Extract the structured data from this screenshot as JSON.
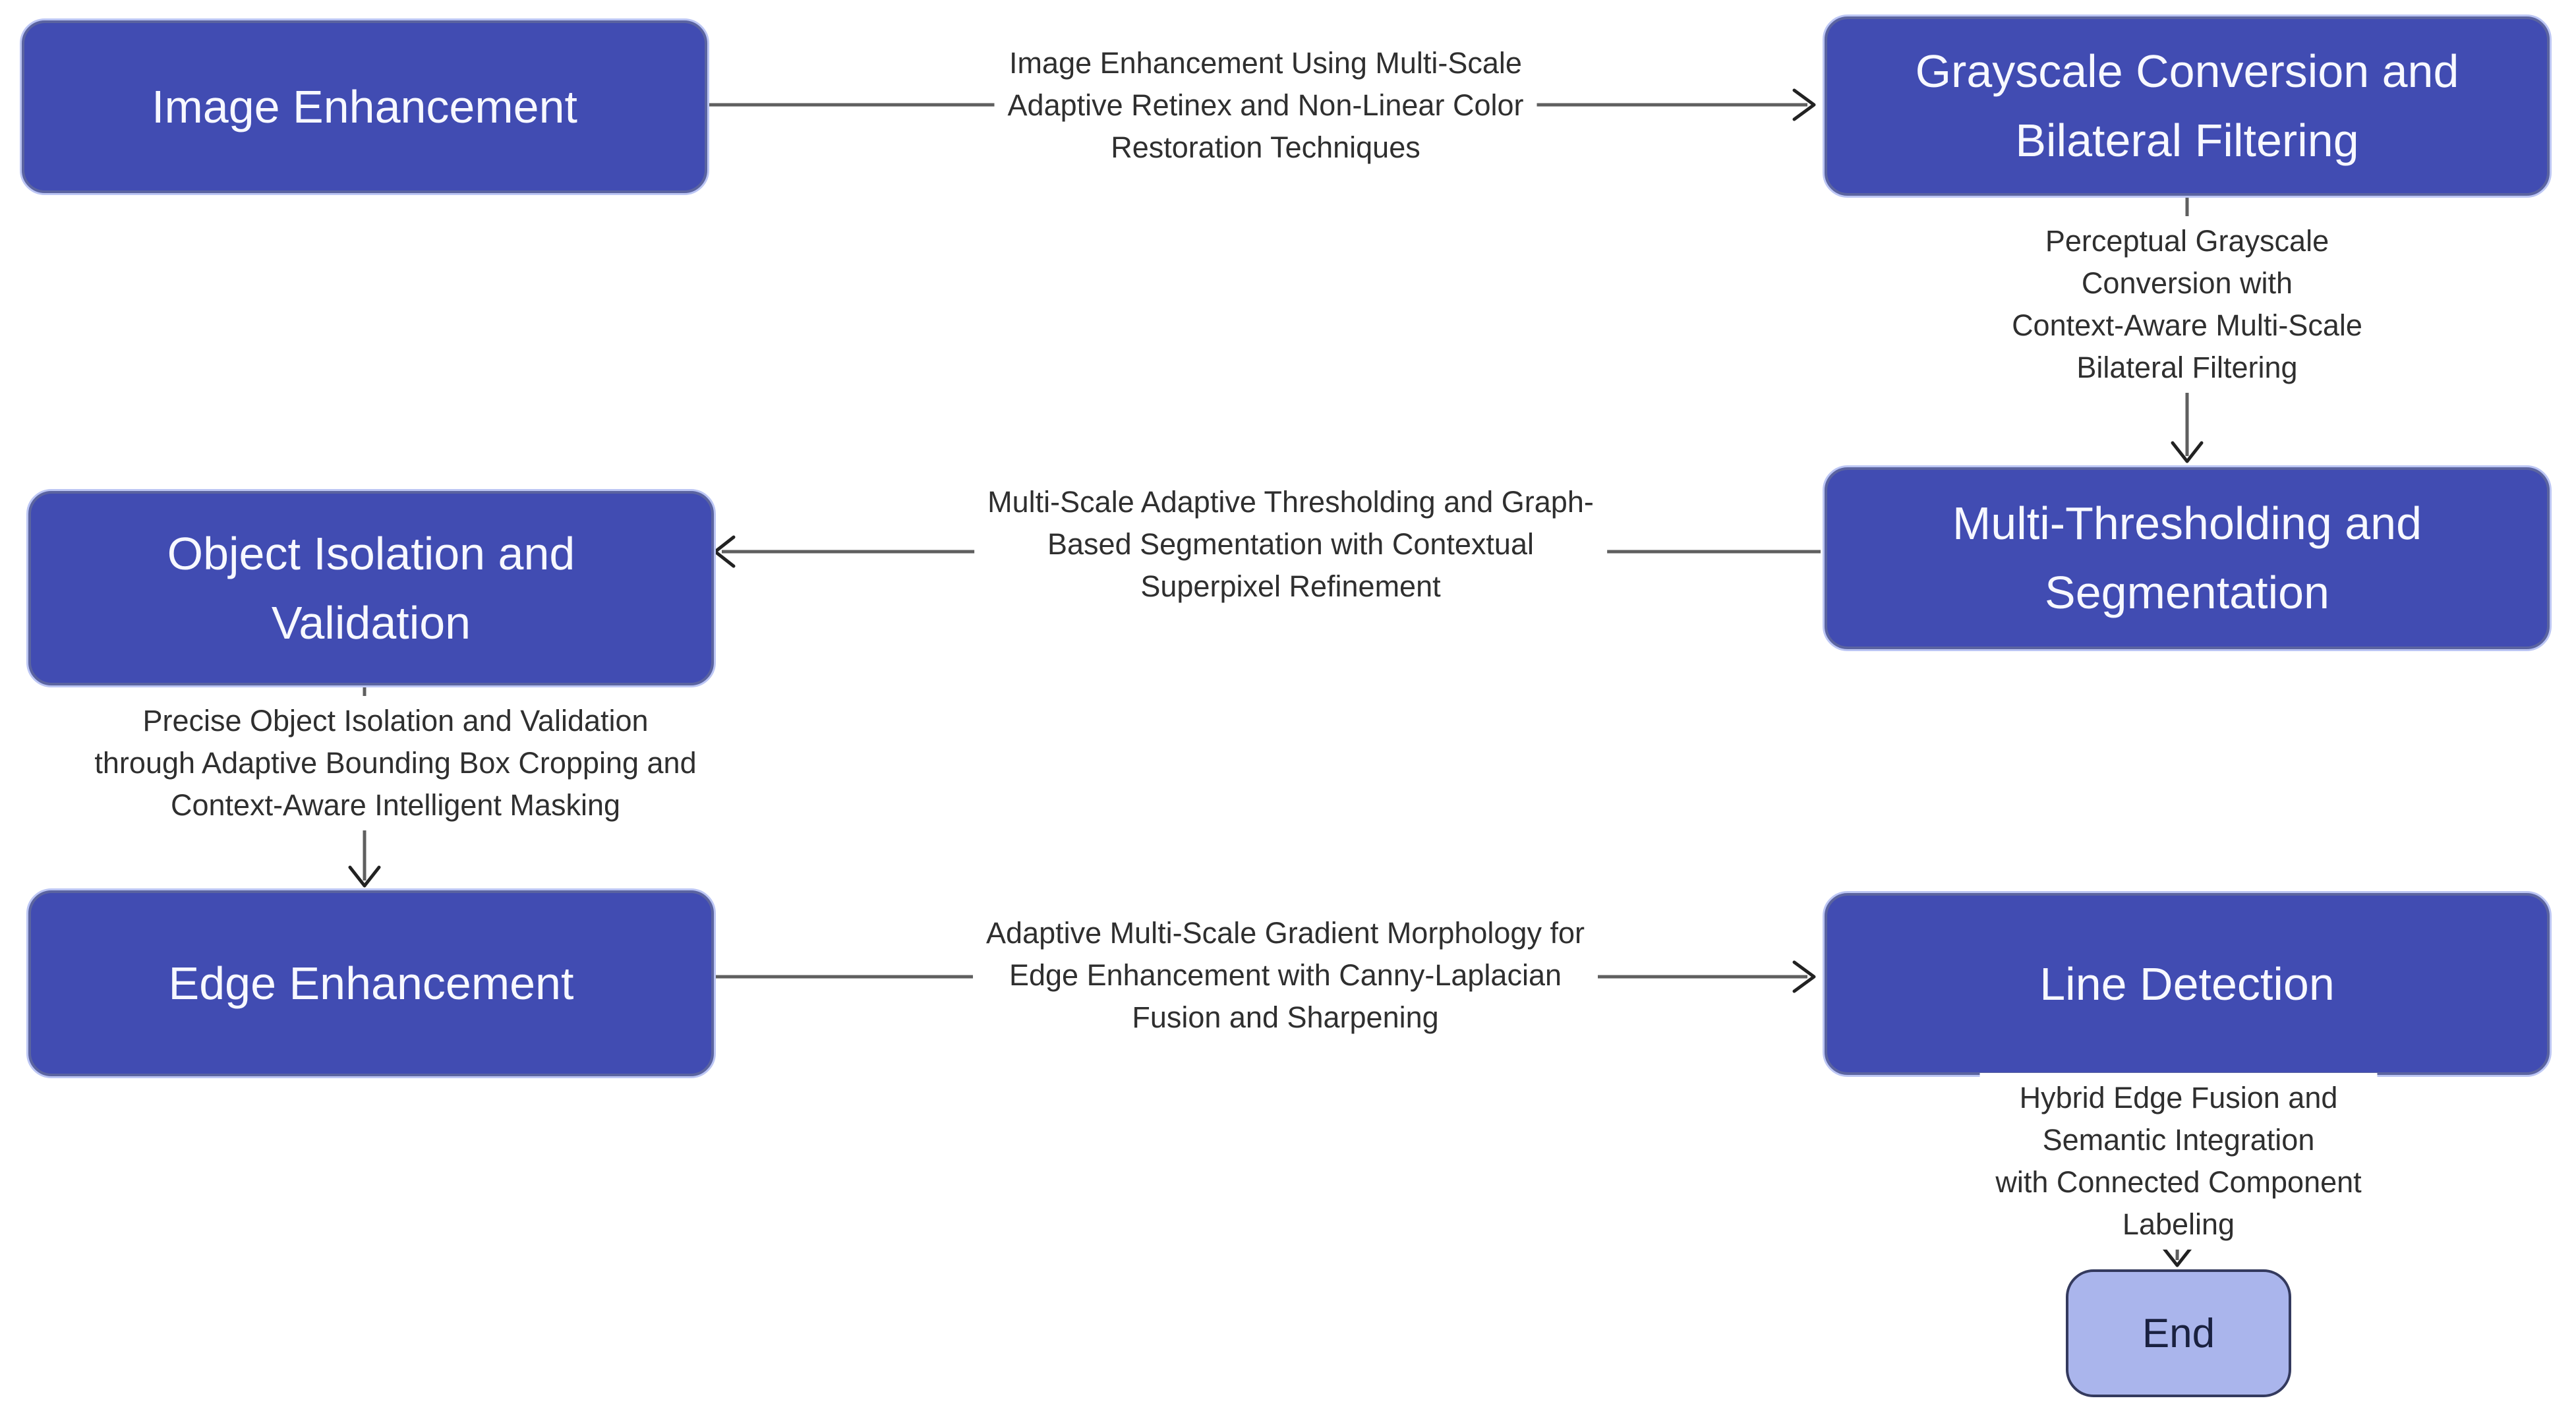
{
  "diagram": {
    "type": "flowchart",
    "background": "#ffffff",
    "colors": {
      "node_fill": "#414cb2",
      "node_border": "#bcc6f4",
      "node_inner": "#5b64a0",
      "node_text": "#f7f8ff",
      "end_fill": "#aab5ec",
      "end_border": "#343a5e",
      "end_text": "#1a2140",
      "edge": "#5f5f5f",
      "edge_arrow": "#222222",
      "edge_label": "#2f2f2f",
      "bg": "#ffffff"
    },
    "nodes": [
      {
        "id": "image-enhancement",
        "label": "Image Enhancement"
      },
      {
        "id": "grayscale-conversion",
        "label": "Grayscale Conversion and\nBilateral Filtering"
      },
      {
        "id": "multi-thresholding",
        "label": "Multi-Thresholding and\nSegmentation"
      },
      {
        "id": "object-isolation",
        "label": "Object Isolation and\nValidation"
      },
      {
        "id": "edge-enhancement",
        "label": "Edge Enhancement"
      },
      {
        "id": "line-detection",
        "label": "Line Detection"
      },
      {
        "id": "end",
        "label": "End"
      }
    ],
    "edges": [
      {
        "from": "image-enhancement",
        "to": "grayscale-conversion",
        "label": "Image Enhancement Using Multi-Scale\nAdaptive Retinex and Non-Linear Color\nRestoration Techniques"
      },
      {
        "from": "grayscale-conversion",
        "to": "multi-thresholding",
        "label": "Perceptual Grayscale Conversion with\nContext-Aware Multi-Scale Bilateral Filtering"
      },
      {
        "from": "multi-thresholding",
        "to": "object-isolation",
        "label": "Multi-Scale Adaptive Thresholding and Graph-\nBased Segmentation with Contextual\nSuperpixel Refinement"
      },
      {
        "from": "object-isolation",
        "to": "edge-enhancement",
        "label": "Precise Object Isolation and Validation\nthrough Adaptive Bounding Box Cropping and\nContext-Aware Intelligent Masking"
      },
      {
        "from": "edge-enhancement",
        "to": "line-detection",
        "label": "Adaptive Multi-Scale Gradient Morphology for\nEdge Enhancement with Canny-Laplacian\nFusion and Sharpening"
      },
      {
        "from": "line-detection",
        "to": "end",
        "label": "Hybrid Edge Fusion and Semantic Integration\nwith Connected Component Labeling"
      }
    ]
  }
}
